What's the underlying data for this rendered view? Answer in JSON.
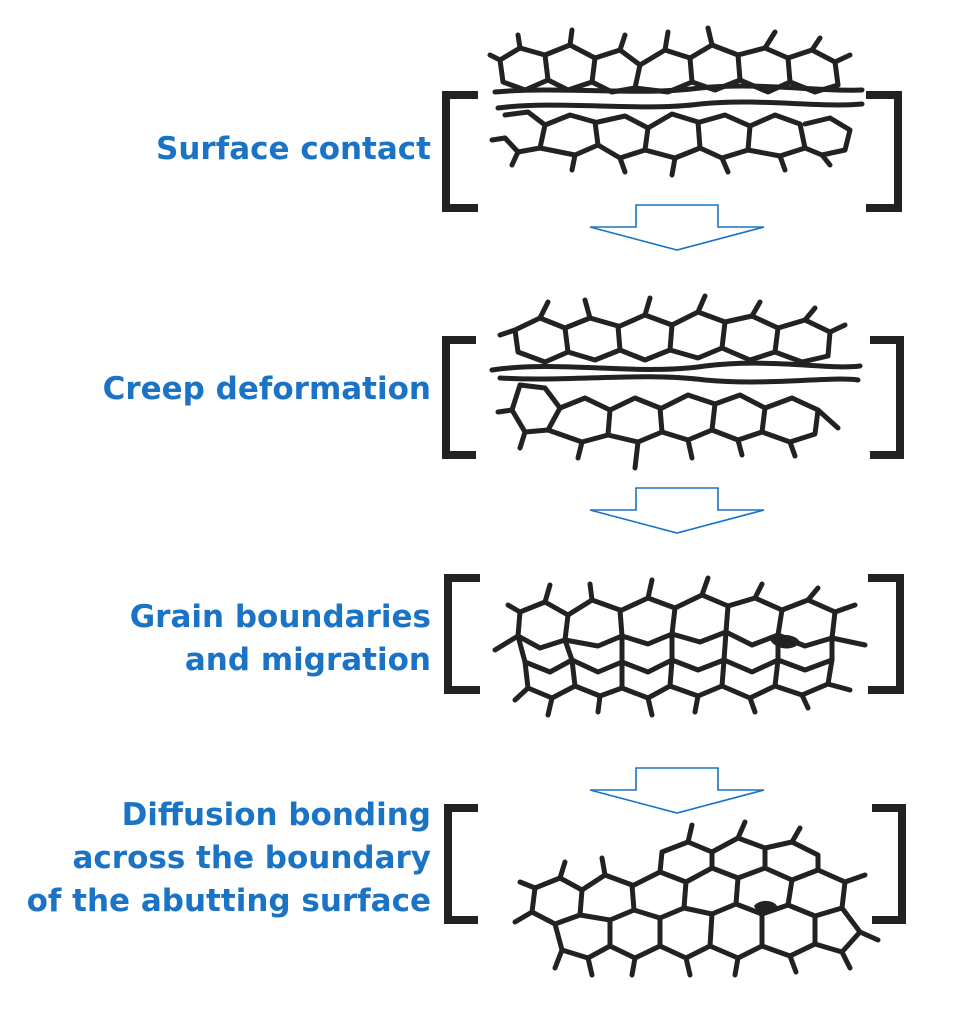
{
  "stages": [
    {
      "label_lines": [
        "Surface contact"
      ]
    },
    {
      "label_lines": [
        "Creep deformation"
      ]
    },
    {
      "label_lines": [
        "Grain boundaries",
        "and migration"
      ]
    },
    {
      "label_lines": [
        "Diffusion bonding",
        "across the boundary",
        "of the abutting surface"
      ]
    }
  ],
  "colors": {
    "label": "#1a73c4",
    "arrow_stroke": "#1a73c4",
    "ink": "#222222"
  }
}
